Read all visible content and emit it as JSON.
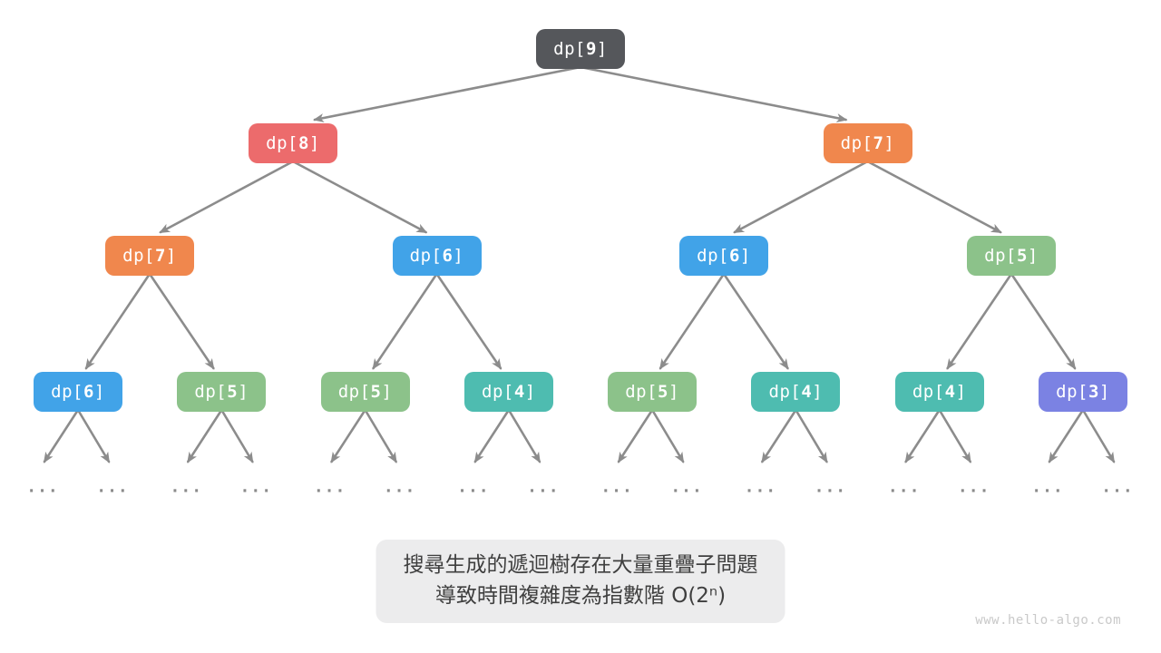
{
  "diagram": {
    "palette": {
      "dark": "#55575B",
      "red": "#EC6B6C",
      "orange": "#F0874D",
      "blue": "#41A3E8",
      "green": "#8CC28A",
      "teal": "#4EBCB0",
      "purple": "#7B82E3"
    },
    "arrow_color": "#8C8C8C",
    "levels": [
      [
        {
          "label": "dp[9]",
          "color": "dark"
        }
      ],
      [
        {
          "label": "dp[8]",
          "color": "red"
        },
        {
          "label": "dp[7]",
          "color": "orange"
        }
      ],
      [
        {
          "label": "dp[7]",
          "color": "orange"
        },
        {
          "label": "dp[6]",
          "color": "blue"
        },
        {
          "label": "dp[6]",
          "color": "blue"
        },
        {
          "label": "dp[5]",
          "color": "green"
        }
      ],
      [
        {
          "label": "dp[6]",
          "color": "blue"
        },
        {
          "label": "dp[5]",
          "color": "green"
        },
        {
          "label": "dp[5]",
          "color": "green"
        },
        {
          "label": "dp[4]",
          "color": "teal"
        },
        {
          "label": "dp[5]",
          "color": "green"
        },
        {
          "label": "dp[4]",
          "color": "teal"
        },
        {
          "label": "dp[4]",
          "color": "teal"
        },
        {
          "label": "dp[3]",
          "color": "purple"
        }
      ]
    ],
    "ellipsis": "..."
  },
  "caption": {
    "line1": "搜尋生成的遞迴樹存在大量重疊子問題",
    "line2": "導致時間複雜度為指數階 O(2ⁿ)"
  },
  "watermark": "www.hello-algo.com"
}
